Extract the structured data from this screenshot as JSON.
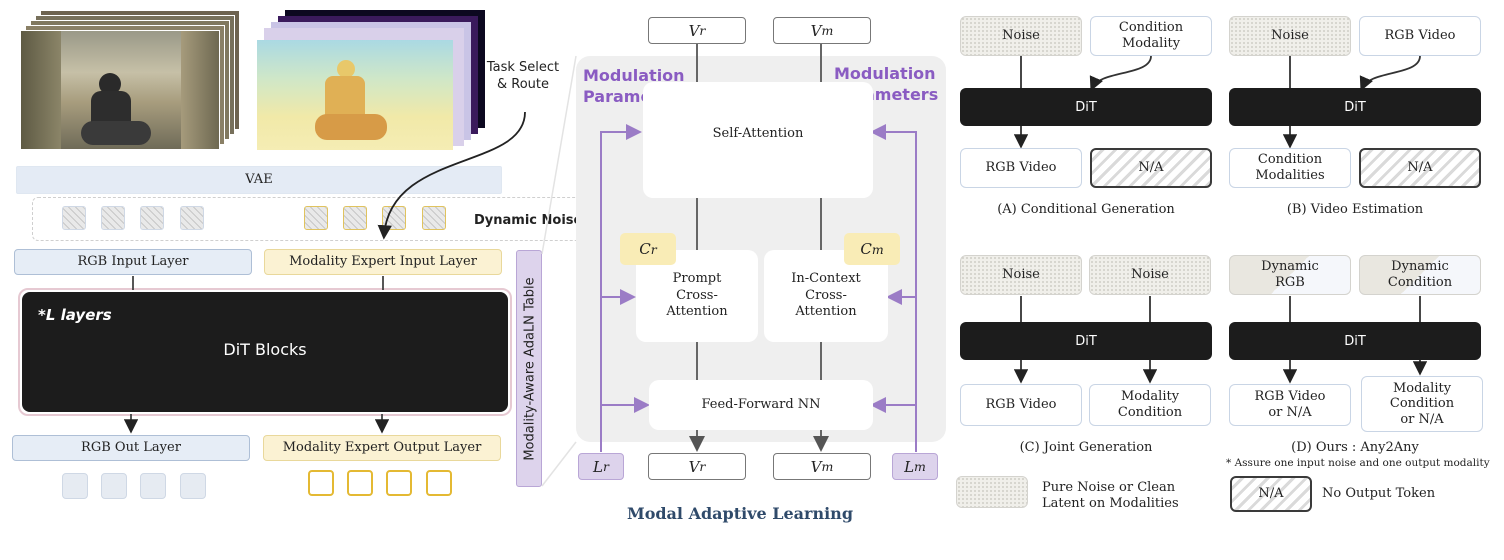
{
  "left": {
    "task_select": "Task Select\n& Route",
    "vae": "VAE",
    "dynamic_noise": "Dynamic Noise",
    "rgb_input_layer": "RGB Input Layer",
    "modality_expert_input_layer": "Modality Expert Input Layer",
    "layers_label": "*L layers",
    "dit_blocks": "DiT Blocks",
    "rgb_out_layer": "RGB Out Layer",
    "modality_expert_output_layer": "Modality Expert Output Layer",
    "adaln_table": "Modality-Aware AdaLN Table"
  },
  "middle": {
    "v_r": "V",
    "v_m": "V",
    "sub_r": "r",
    "sub_m": "m",
    "modulation_left": "Modulation\nParameters",
    "modulation_right": "Modulation\nParameters",
    "self_attention": "Self-Attention",
    "c_r": "C",
    "c_m": "C",
    "prompt_cross": "Prompt\nCross-\nAttention",
    "incontext_cross": "In-Context\nCross-\nAttention",
    "ffn": "Feed-Forward NN",
    "l_r": "L",
    "l_m": "L",
    "title": "Modal Adaptive Learning"
  },
  "panels": {
    "a": {
      "in1": "Noise",
      "in2": "Condition\nModality",
      "dit": "DiT",
      "out1": "RGB Video",
      "out2": "N/A",
      "caption": "(A) Conditional Generation"
    },
    "b": {
      "in1": "Noise",
      "in2": "RGB Video",
      "dit": "DiT",
      "out1": "Condition\nModalities",
      "out2": "N/A",
      "caption": "(B) Video Estimation"
    },
    "c": {
      "in1": "Noise",
      "in2": "Noise",
      "dit": "DiT",
      "out1": "RGB Video",
      "out2": "Modality\nCondition",
      "caption": "(C) Joint Generation"
    },
    "d": {
      "in1": "Dynamic\nRGB",
      "in2": "Dynamic\nCondition",
      "dit": "DiT",
      "out1": "RGB Video\nor N/A",
      "out2": "Modality\nCondition\nor N/A",
      "caption": "(D) Ours : Any2Any",
      "note": "* Assure one input noise and one output modality"
    }
  },
  "legend": {
    "noise_text": "Pure Noise or Clean\nLatent on Modalities",
    "na_box": "N/A",
    "na_text": "No Output Token"
  },
  "colors": {
    "purple": "#9b7cc6",
    "purple_text": "#8a5cc2",
    "title_blue": "#2f4a6a",
    "dark": "#1c1c1c"
  }
}
